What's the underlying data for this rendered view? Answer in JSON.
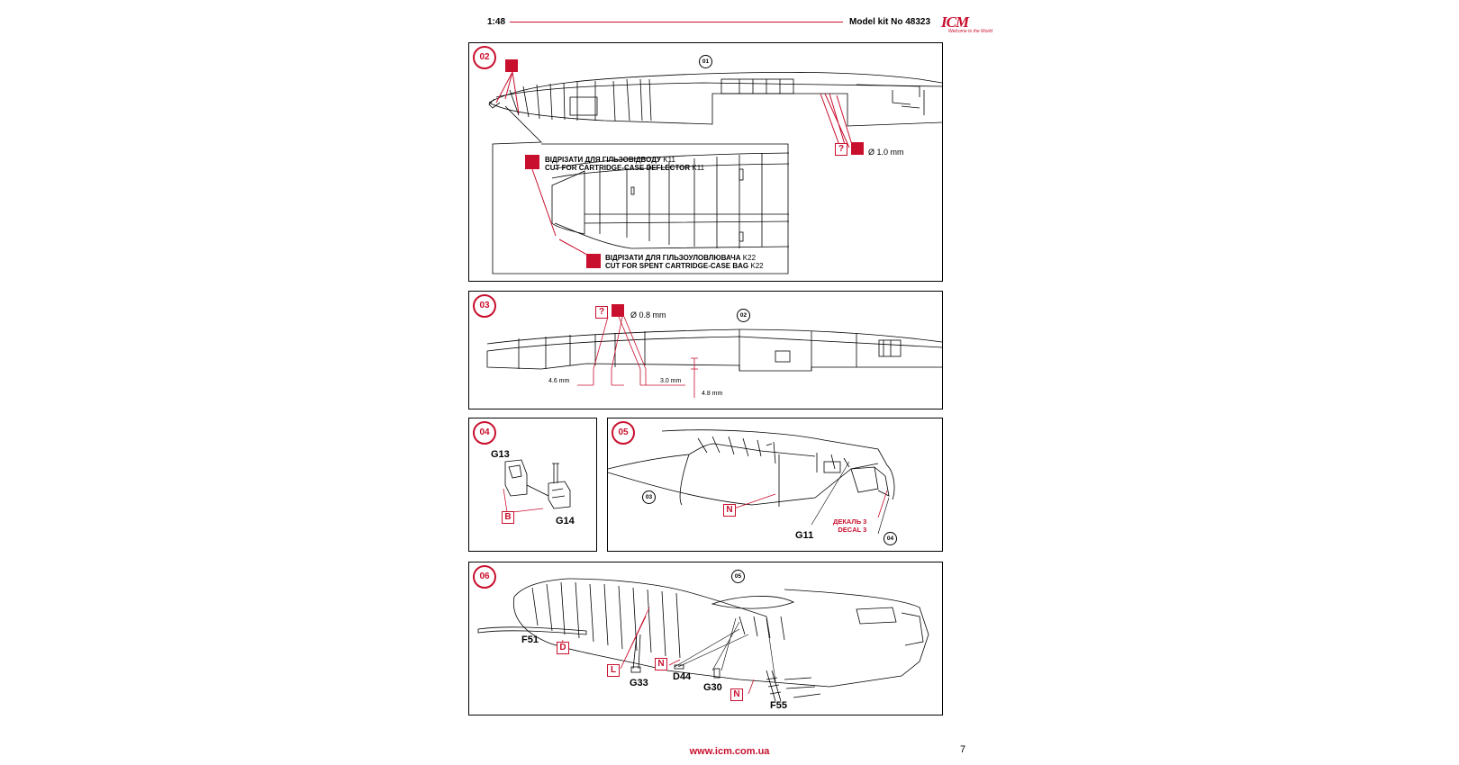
{
  "header": {
    "scale": "1:48",
    "kit": "Model kit No 48323",
    "logo": "ICM",
    "logo_tagline": "Welcome to the World"
  },
  "steps": {
    "s02": {
      "num": "02",
      "ref": "01",
      "drill": "Ø 1.0 mm",
      "note1_ua": "ВІДРІЗАТИ ДЛЯ ГІЛЬЗОВІДВОДУ",
      "note1_ua_part": "K11",
      "note1_en": "CUT FOR CARTRIDGE-CASE DEFLECTOR",
      "note1_en_part": "K11",
      "note2_ua": "ВІДРІЗАТИ ДЛЯ ГІЛЬЗОУЛОВЛЮВАЧА",
      "note2_ua_part": "K22",
      "note2_en": "CUT FOR SPENT CARTRIDGE-CASE BAG",
      "note2_en_part": "K22"
    },
    "s03": {
      "num": "03",
      "ref": "02",
      "drill": "Ø 0.8 mm",
      "dim1": "4.6 mm",
      "dim2": "3.0 mm",
      "dim3": "4.8 mm"
    },
    "s04": {
      "num": "04",
      "part1": "G13",
      "part2": "G14",
      "box": "B"
    },
    "s05": {
      "num": "05",
      "ref1": "03",
      "ref2": "04",
      "box": "N",
      "part": "G11",
      "decal_ua": "ДЕКАЛЬ 3",
      "decal_en": "DECAL 3"
    },
    "s06": {
      "num": "06",
      "ref": "05",
      "F51": "F51",
      "D": "D",
      "L": "L",
      "G33": "G33",
      "N1": "N",
      "D44": "D44",
      "G30": "G30",
      "N2": "N",
      "F55": "F55"
    }
  },
  "icons": {
    "cut": "cut-icon",
    "question": "?",
    "drill": "drill-icon"
  },
  "colors": {
    "accent": "#c8102e"
  },
  "footer": {
    "url": "www.icm.com.ua",
    "page": "7"
  }
}
